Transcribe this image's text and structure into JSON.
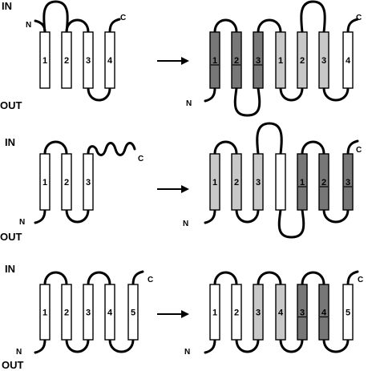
{
  "labels": {
    "in": "IN",
    "out": "OUT",
    "n": "N",
    "c": "C"
  },
  "colors": {
    "white": "#ffffff",
    "light": "#c8c8c8",
    "dark": "#777777"
  },
  "rows": [
    {
      "left": {
        "helices": [
          {
            "label": "1",
            "shade": "white"
          },
          {
            "label": "2",
            "shade": "white"
          },
          {
            "label": "3",
            "shade": "white"
          },
          {
            "label": "4",
            "shade": "white"
          }
        ]
      },
      "right": {
        "helices": [
          {
            "label": "1",
            "shade": "dark",
            "underline": true
          },
          {
            "label": "2",
            "shade": "dark",
            "underline": true
          },
          {
            "label": "3",
            "shade": "dark",
            "underline": true
          },
          {
            "label": "1",
            "shade": "light"
          },
          {
            "label": "2",
            "shade": "light"
          },
          {
            "label": "3",
            "shade": "light"
          },
          {
            "label": "4",
            "shade": "white"
          }
        ]
      }
    },
    {
      "left": {
        "helices": [
          {
            "label": "1",
            "shade": "white"
          },
          {
            "label": "2",
            "shade": "white"
          },
          {
            "label": "3",
            "shade": "white"
          }
        ]
      },
      "right": {
        "helices": [
          {
            "label": "1",
            "shade": "light"
          },
          {
            "label": "2",
            "shade": "light"
          },
          {
            "label": "3",
            "shade": "light"
          },
          {
            "label": "",
            "shade": "white"
          },
          {
            "label": "1",
            "shade": "dark",
            "underline": true
          },
          {
            "label": "2",
            "shade": "dark",
            "underline": true
          },
          {
            "label": "3",
            "shade": "dark",
            "underline": true
          }
        ]
      }
    },
    {
      "left": {
        "helices": [
          {
            "label": "1",
            "shade": "white"
          },
          {
            "label": "2",
            "shade": "white"
          },
          {
            "label": "3",
            "shade": "white"
          },
          {
            "label": "4",
            "shade": "white"
          },
          {
            "label": "5",
            "shade": "white"
          }
        ]
      },
      "right": {
        "helices": [
          {
            "label": "1",
            "shade": "white"
          },
          {
            "label": "2",
            "shade": "white"
          },
          {
            "label": "3",
            "shade": "light"
          },
          {
            "label": "4",
            "shade": "light"
          },
          {
            "label": "3",
            "shade": "dark",
            "underline": true
          },
          {
            "label": "4",
            "shade": "dark",
            "underline": true
          },
          {
            "label": "5",
            "shade": "white"
          }
        ]
      }
    }
  ]
}
